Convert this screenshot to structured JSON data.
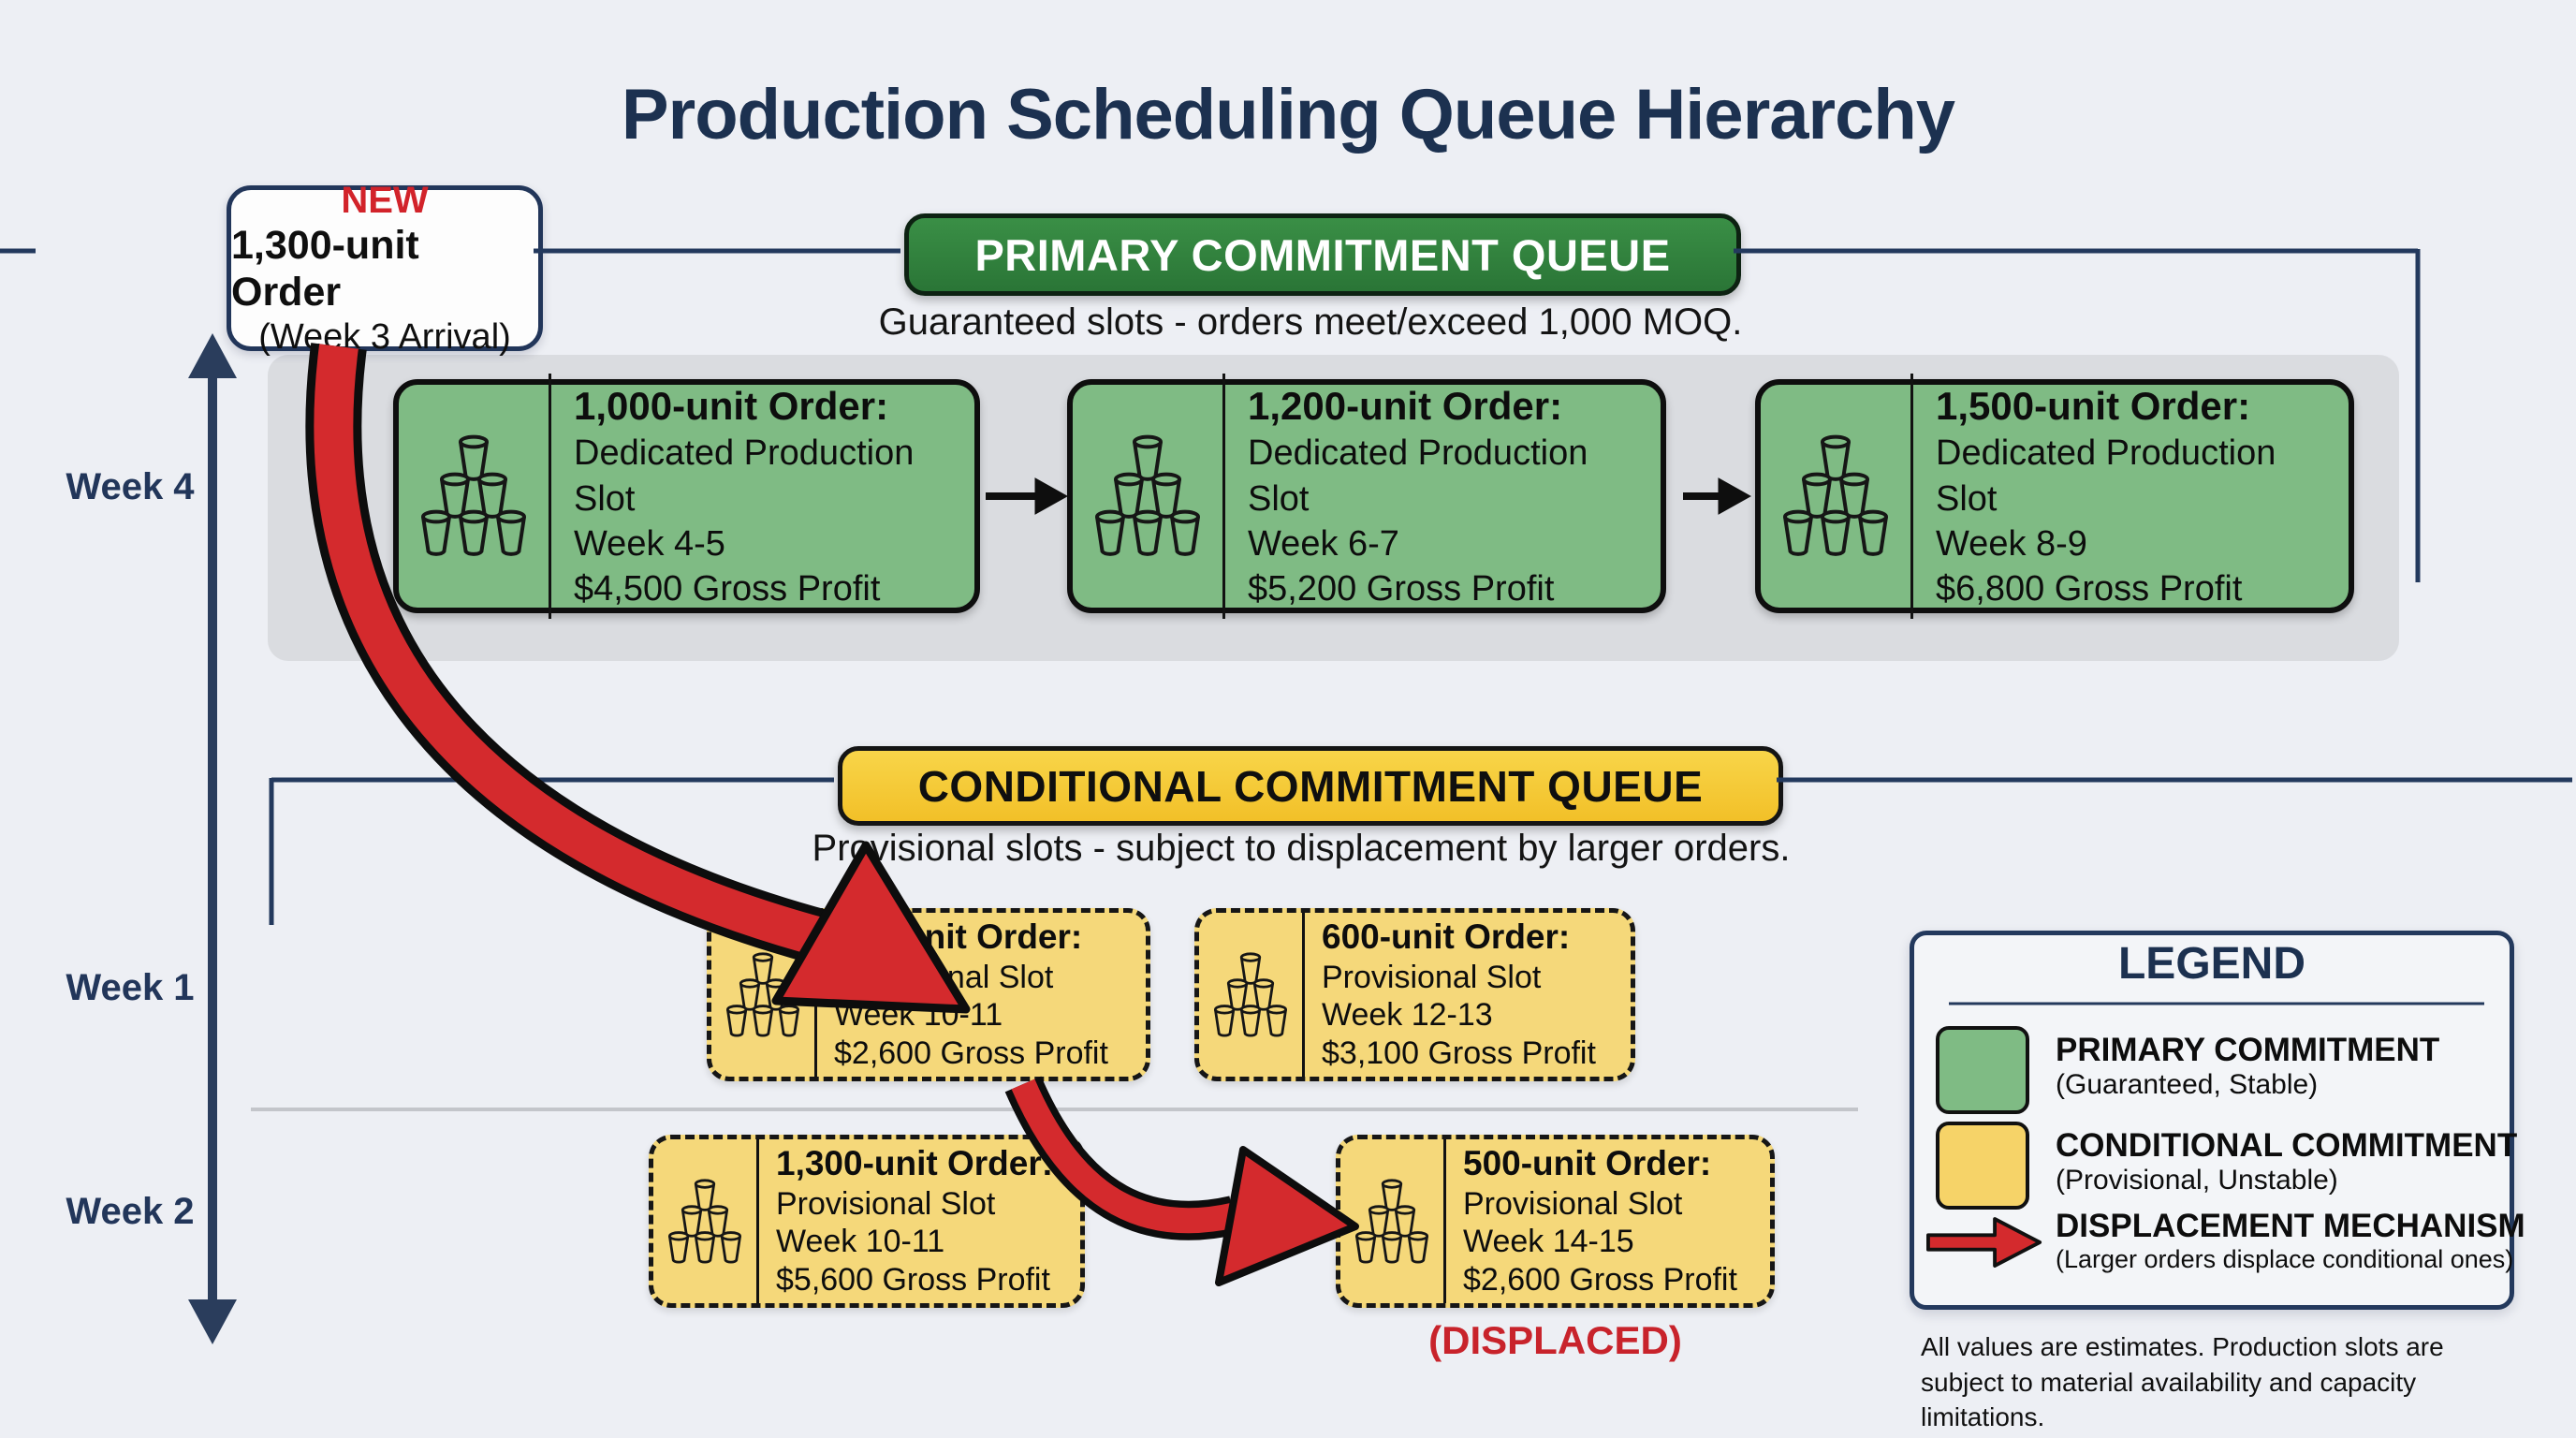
{
  "title": "Production Scheduling Queue Hierarchy",
  "new_order": {
    "badge": "NEW",
    "name": "1,300-unit Order",
    "arrival": "(Week 3 Arrival)"
  },
  "timeline": {
    "week_top": "Week 4",
    "week_mid": "Week 1",
    "week_bottom": "Week 2"
  },
  "primary_queue": {
    "header": "PRIMARY COMMITMENT QUEUE",
    "subtitle": "Guaranteed slots - orders meet/exceed 1,000 MOQ.",
    "slots": [
      {
        "name": "1,000-unit Order:",
        "type": "Dedicated Production Slot",
        "weeks": "Week 4-5",
        "profit": "$4,500 Gross Profit"
      },
      {
        "name": "1,200-unit Order:",
        "type": "Dedicated Production Slot",
        "weeks": "Week 6-7",
        "profit": "$5,200 Gross Profit"
      },
      {
        "name": "1,500-unit Order:",
        "type": "Dedicated Production Slot",
        "weeks": "Week 8-9",
        "profit": "$6,800 Gross Profit"
      }
    ]
  },
  "conditional_queue": {
    "header": "CONDITIONAL COMMITMENT QUEUE",
    "subtitle": "Provisional slots - subject to displacement by larger orders.",
    "slots": [
      {
        "name": "500-unit Order:",
        "type": "Provisional Slot",
        "weeks": "Week 10-11",
        "profit": "$2,600 Gross Profit"
      },
      {
        "name": "600-unit Order:",
        "type": "Provisional Slot",
        "weeks": "Week 12-13",
        "profit": "$3,100 Gross Profit"
      },
      {
        "name": "1,300-unit Order:",
        "type": "Provisional Slot",
        "weeks": "Week 10-11",
        "profit": "$5,600 Gross Profit"
      },
      {
        "name": "500-unit Order:",
        "type": "Provisional Slot",
        "weeks": "Week 14-15",
        "profit": "$2,600 Gross Profit"
      }
    ],
    "displaced_label": "(DISPLACED)"
  },
  "legend": {
    "title": "LEGEND",
    "items": [
      {
        "label": "PRIMARY COMMITMENT",
        "sublabel": "(Guaranteed, Stable)"
      },
      {
        "label": "CONDITIONAL COMMITMENT",
        "sublabel": "(Provisional, Unstable)"
      },
      {
        "label": "DISPLACEMENT MECHANISM",
        "sublabel": "(Larger orders displace conditional ones)"
      }
    ]
  },
  "footnote": "All values are estimates. Production slots are subject to material availability and capacity limitations.",
  "colors": {
    "primary_green": "#7fbb84",
    "header_green": "#2f8040",
    "conditional_yellow": "#f5d87a",
    "header_yellow": "#f6c93a",
    "displacement_red": "#d42a2d",
    "navy": "#22365a",
    "background": "#edeff4"
  }
}
